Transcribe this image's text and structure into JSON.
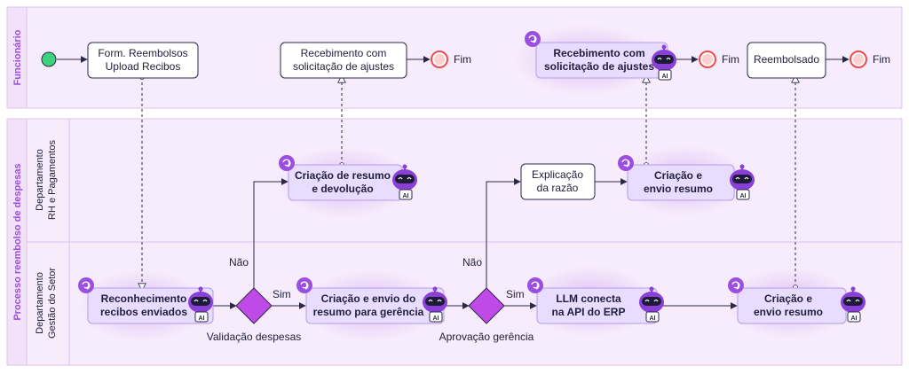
{
  "pools": {
    "funcionario": "Funcionário",
    "processo": "Processo reembolso de despesas"
  },
  "lanes": {
    "rh": [
      "Departamento",
      "RH e Pagamentos"
    ],
    "gestao": [
      "Departamento",
      "Gestão do Setor"
    ]
  },
  "tasks": {
    "form": [
      "Form. Reembolsos",
      "Upload Recibos"
    ],
    "receb1": [
      "Recebimento com",
      "solicitação de ajustes"
    ],
    "receb2": [
      "Recebimento com",
      "solicitação de ajustes"
    ],
    "reembolsado": [
      "Reembolsado"
    ],
    "criacao_resumo": [
      "Criação de resumo",
      "e devolução"
    ],
    "explicacao": [
      "Explicação",
      "da razão"
    ],
    "criacao_envio1": [
      "Criação e",
      "envio resumo"
    ],
    "reconhecimento": [
      "Reconhecimento",
      "recibos enviados"
    ],
    "criacao_envio_gerencia": [
      "Criação e envio do",
      "resumo para gerência"
    ],
    "llm": [
      "LLM conecta",
      "na API do ERP"
    ],
    "criacao_envio2": [
      "Criação e",
      "envio resumo"
    ]
  },
  "end_label": "Fim",
  "gateways": {
    "validacao": "Validação despesas",
    "aprovacao": "Aprovação gerência"
  },
  "flow_labels": {
    "sim": "Sim",
    "nao": "Não"
  },
  "robot_badge": "AI",
  "colors": {
    "pool_bg": "#f6ecfb",
    "pool_border": "#dcc3ec",
    "ai_task": "#e8dcff",
    "ai_task_border": "#b79ce8",
    "normal_task": "#ffffff",
    "gateway": "#c04ae8",
    "start": "#3fd17f",
    "end": "#f04c4c",
    "accent": "#9b4fe0",
    "line": "#2a2a48"
  }
}
